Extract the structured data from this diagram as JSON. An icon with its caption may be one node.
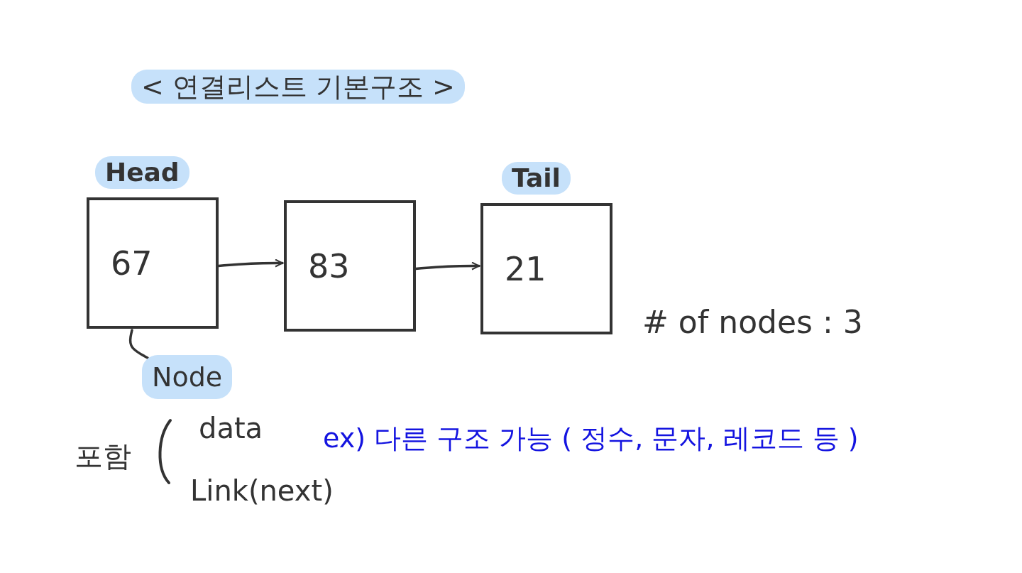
{
  "diagram": {
    "title": "< 연결리스트 기본구조 >",
    "nodes": [
      {
        "text": [
          "67"
        ],
        "beside": [
          "Head"
        ]
      },
      {
        "text": [
          "83"
        ]
      },
      {
        "text": [
          "21"
        ],
        "beside": [
          "Tail"
        ]
      },
      {
        "text": [
          "Node"
        ]
      }
    ],
    "edges": [
      {
        "from": 0,
        "to": 1,
        "arrow": "to"
      },
      {
        "from": 1,
        "to": 2,
        "arrow": "to"
      },
      {
        "from": 3,
        "to": 0,
        "arrow": "none"
      }
    ],
    "labels": [
      "# of nodes : 3",
      "포함",
      "data",
      "ex) 다른 구조 가능 ( 정수, 문자, 레코드 등 )",
      "Link(next)"
    ]
  }
}
